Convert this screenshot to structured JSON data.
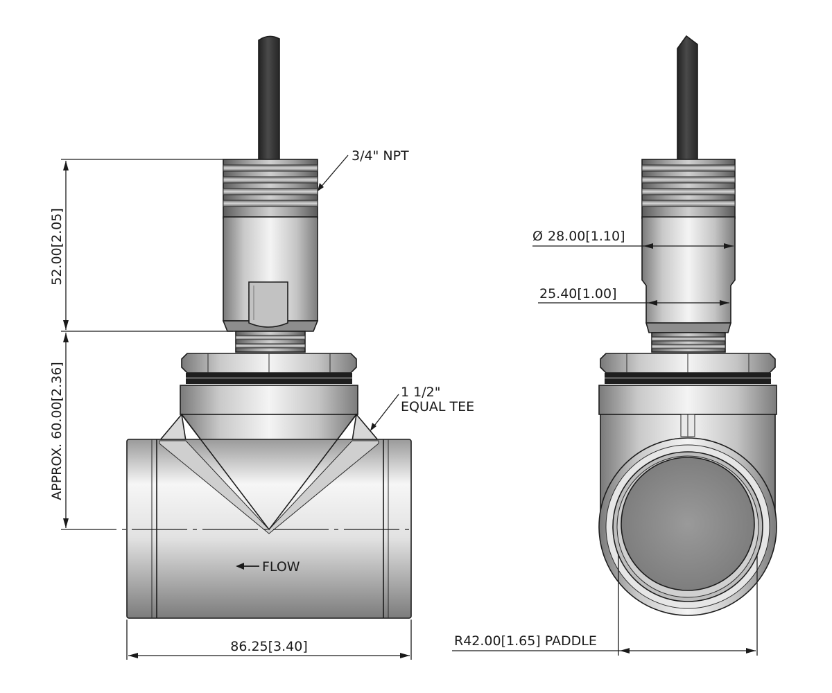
{
  "dimensions": {
    "height_upper": "52.00[2.05]",
    "height_lower": "APPROX. 60.00[2.36]",
    "width_tee": "86.25[3.40]",
    "thread": "3/4\" NPT",
    "tee_size": "1 1/2\"",
    "tee_type": "EQUAL TEE",
    "flow": "FLOW",
    "diameter": "28.00[1.10]",
    "diameter_symbol": "Ø",
    "body_width": "25.40[1.00]",
    "paddle": "R42.00[1.65] PADDLE"
  },
  "colors": {
    "cable": "#333333",
    "steel_light": "#f4f4f4",
    "steel_mid": "#bdbdbd",
    "steel_dark": "#7a7a7a",
    "gasket": "#1e1e1e",
    "pipe_bore": "#8c8c8c"
  },
  "icons": {
    "flow_arrow": "left-arrow-icon",
    "diameter": "diameter-symbol-icon"
  }
}
